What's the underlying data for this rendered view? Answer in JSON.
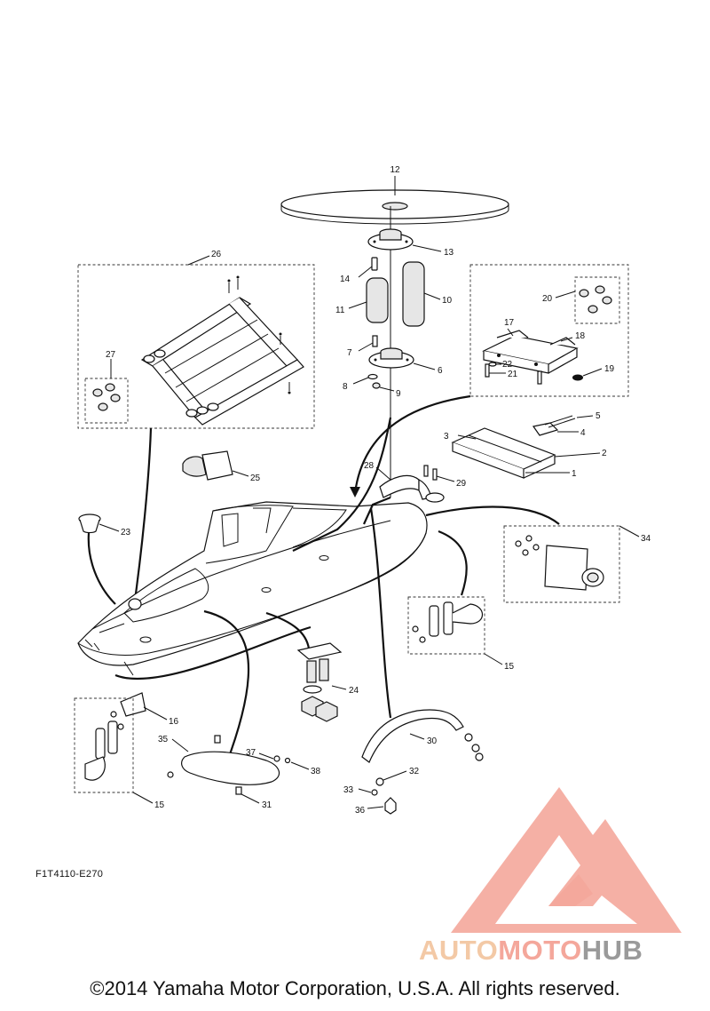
{
  "diagram": {
    "code": "F1T4110-E270",
    "copyright": "©2014 Yamaha Motor Corporation, U.S.A. All rights reserved.",
    "callouts": [
      "12",
      "13",
      "14",
      "10",
      "11",
      "7",
      "6",
      "8",
      "9",
      "26",
      "27",
      "20",
      "17",
      "18",
      "22",
      "21",
      "19",
      "5",
      "4",
      "3",
      "2",
      "1",
      "28",
      "29",
      "25",
      "23",
      "34",
      "15",
      "24",
      "16",
      "35",
      "37",
      "38",
      "30",
      "32",
      "33",
      "36",
      "31"
    ]
  },
  "watermark": {
    "part1": "AUTO",
    "part2": "MOTO",
    "part3": "HUB",
    "colors": {
      "auto": "#f3c9a6",
      "moto": "#f4a79b",
      "hub": "#9a9a9a",
      "logo": "#f4a79b"
    }
  }
}
